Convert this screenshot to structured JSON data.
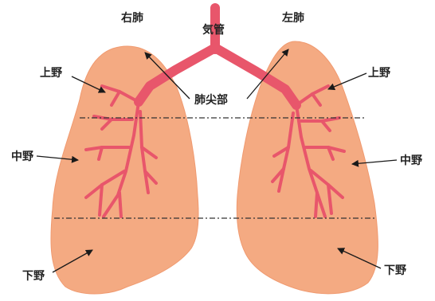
{
  "labels": {
    "right_lung": "右肺",
    "left_lung": "左肺",
    "trachea": "気管",
    "apex": "肺尖部",
    "upper_right": "上野",
    "upper_left": "上野",
    "middle_right": "中野",
    "middle_left": "中野",
    "lower_right": "下野",
    "lower_left": "下野"
  },
  "colors": {
    "lung": "#f4aa82",
    "airway": "#e8566b",
    "background": "#ffffff"
  }
}
